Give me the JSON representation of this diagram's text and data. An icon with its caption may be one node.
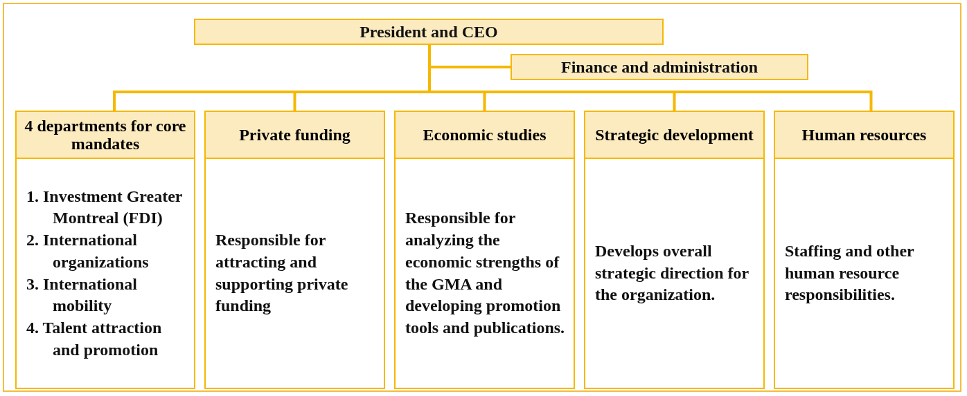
{
  "diagram": {
    "nodes": [
      {
        "text": [
          "President and CEO"
        ]
      },
      {
        "text": [
          "Finance and administration"
        ]
      },
      {
        "text": [
          "4 departments for core mandates",
          "1. Investment Greater Montreal (FDI)",
          "2. International organizations",
          "3. International mobility",
          "4. Talent attraction and promotion"
        ]
      },
      {
        "text": [
          "Private funding",
          "Responsible for attracting and supporting private funding"
        ]
      },
      {
        "text": [
          "Economic studies",
          "Responsible for analyzing the economic strengths of the GMA and developing promotion tools and publications."
        ]
      },
      {
        "text": [
          "Strategic development",
          "Develops overall strategic direction for the organization."
        ]
      },
      {
        "text": [
          "Human resources",
          "Staffing and other human resource responsibilities."
        ]
      }
    ],
    "edges": [
      {
        "from": 0,
        "to": 1,
        "arrow": "none"
      },
      {
        "from": 0,
        "to": 2,
        "arrow": "none"
      },
      {
        "from": 0,
        "to": 3,
        "arrow": "none"
      },
      {
        "from": 0,
        "to": 4,
        "arrow": "none"
      },
      {
        "from": 0,
        "to": 5,
        "arrow": "none"
      },
      {
        "from": 0,
        "to": 6,
        "arrow": "none"
      }
    ]
  }
}
